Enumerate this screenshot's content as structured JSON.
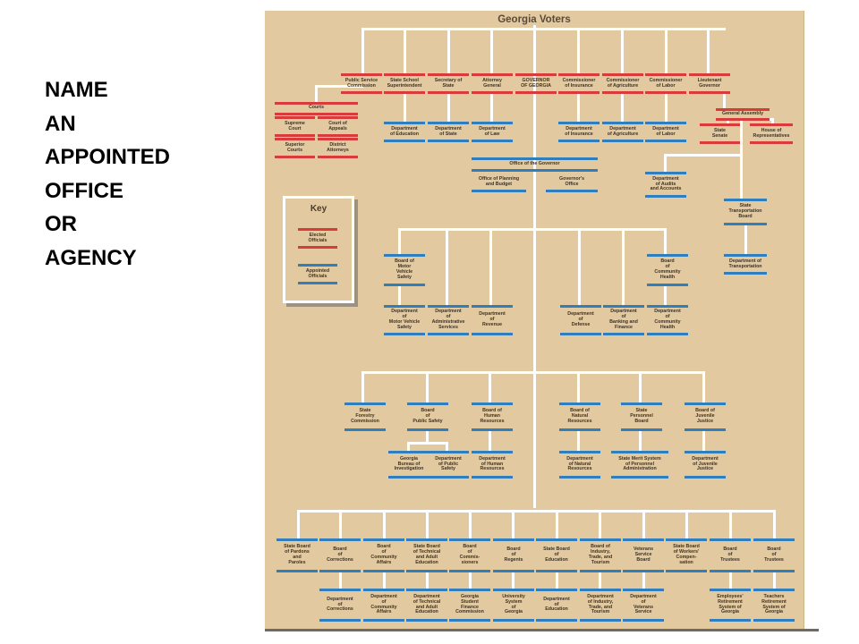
{
  "prompt": {
    "lines": [
      "NAME",
      "AN",
      "APPOINTED",
      "OFFICE",
      "OR",
      "AGENCY"
    ]
  },
  "chart": {
    "title": "Georgia Voters",
    "key": {
      "title": "Key",
      "elected_label": "Elected\nOfficials",
      "appointed_label": "Appointed\nOfficials"
    },
    "group_headers": {
      "courts": "Courts",
      "general_assembly": "General Assembly",
      "office_of_governor": "Office of the Governor"
    },
    "colors": {
      "background": "#e2c9a0",
      "elected": "#d93a3a",
      "appointed": "#2f7fbf",
      "lines": "#ffffff",
      "text": "#3e3325"
    },
    "boxes": {
      "public_service_commission": "Public Service\nCommission",
      "state_school_superintendent": "State School\nSuperintendent",
      "secretary_of_state": "Secretary of\nState",
      "attorney_general": "Attorney\nGeneral",
      "governor": "GOVERNOR\nOF GEORGIA",
      "commissioner_insurance": "Commissioner\nof Insurance",
      "commissioner_agriculture": "Commissioner\nof Agriculture",
      "commissioner_labor": "Commissioner\nof Labor",
      "lieutenant_governor": "Lieutenant\nGovernor",
      "supreme_court": "Supreme\nCourt",
      "court_of_appeals": "Court of\nAppeals",
      "superior_courts": "Superior\nCourts",
      "district_attorneys": "District\nAttorneys",
      "dept_education_top": "Department\nof Education",
      "dept_state": "Department\nof State",
      "dept_law": "Department\nof Law",
      "dept_insurance": "Department\nof Insurance",
      "dept_agriculture": "Department\nof Agriculture",
      "dept_labor": "Department\nof Labor",
      "state_senate": "State\nSenate",
      "house_reps": "House of\nRepresentatives",
      "planning_budget": "Office of Planning\nand Budget",
      "governors_office": "Governor's\nOffice",
      "audits_accounts": "Department\nof Audits\nand Accounts",
      "transportation_board": "State\nTransportation\nBoard",
      "dept_transportation": "Department of\nTransportation",
      "board_motor_vehicle": "Board of\nMotor\nVehicle\nSafety",
      "board_community_health": "Board\nof\nCommunity\nHealth",
      "dept_motor_vehicle": "Department\nof\nMotor Vehicle\nSafety",
      "dept_admin_services": "Department\nof\nAdministrative\nServices",
      "dept_revenue": "Department\nof\nRevenue",
      "dept_defense": "Department\nof\nDefense",
      "dept_banking": "Department\nof\nBanking and\nFinance",
      "dept_community_health": "Department\nof\nCommunity\nHealth",
      "forestry": "State\nForestry\nCommission",
      "board_public_safety": "Board\nof\nPublic Safety",
      "board_human_resources": "Board of\nHuman\nResources",
      "board_natural_resources": "Board of\nNatural\nResources",
      "personnel_board": "State\nPersonnel\nBoard",
      "board_juvenile": "Board of\nJuvenile\nJustice",
      "gbi": "Georgia\nBureau of\nInvestigation",
      "dept_public_safety": "Department\nof Public\nSafety",
      "dept_human_resources": "Department\nof Human\nResources",
      "dept_natural_resources": "Department\nof Natural\nResources",
      "merit_system": "State Merit System\nof Personnel\nAdministration",
      "dept_juvenile": "Department\nof Juvenile\nJustice",
      "pardons_paroles": "State Board\nof Pardons\nand\nParoles",
      "board_corrections": "Board\nof\nCorrections",
      "board_community_affairs": "Board\nof\nCommunity\nAffairs",
      "board_technical": "State Board\nof Technical\nand Adult\nEducation",
      "board_commissioners": "Board\nof\nCommis-\nsioners",
      "board_regents": "Board\nof\nRegents",
      "board_education": "State Board\nof\nEducation",
      "board_industry": "Board of\nIndustry,\nTrade, and\nTourism",
      "veterans_board": "Veterans\nService\nBoard",
      "board_workers_comp": "State Board\nof Workers'\nCompen-\nsation",
      "board_trustees_1": "Board\nof\nTrustees",
      "board_trustees_2": "Board\nof\nTrustees",
      "dept_corrections": "Department\nof\nCorrections",
      "dept_community_affairs": "Department\nof\nCommunity\nAffairs",
      "dept_technical": "Department\nof Technical\nand Adult\nEducation",
      "student_finance": "Georgia\nStudent\nFinance\nCommission",
      "university_system": "University\nSystem\nof\nGeorgia",
      "dept_education_bottom": "Department\nof\nEducation",
      "dept_industry": "Department\nof Industry,\nTrade, and\nTourism",
      "dept_veterans": "Department\nof\nVeterans\nService",
      "employees_retirement": "Employees'\nRetirement\nSystem of\nGeorgia",
      "teachers_retirement": "Teachers\nRetirement\nSystem of\nGeorgia"
    }
  }
}
